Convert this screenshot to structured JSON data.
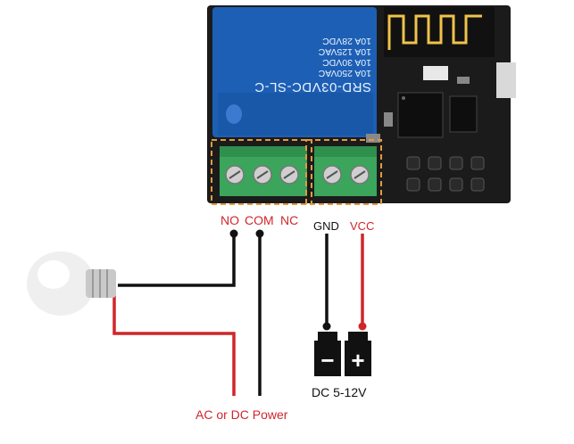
{
  "relay": {
    "model": "SRD-03VDC-SL-C",
    "rating_1": "10A 250VAC",
    "rating_2": "10A 30VDC",
    "rating_3": "10A 125VAC",
    "rating_4": "10A 28VDC"
  },
  "terminals": {
    "no": "NO",
    "com": "COM",
    "nc": "NC",
    "gnd": "GND",
    "vcc": "VCC"
  },
  "battery": {
    "minus": "−",
    "plus": "+"
  },
  "labels": {
    "power_supply": "DC 5-12V",
    "ac_power": "AC or DC Power"
  },
  "colors": {
    "board": "#1b1b1b",
    "relay_blue": "#1d5fb4",
    "terminal_green": "#3aa55b",
    "wire_red": "#d0262a",
    "wire_black": "#111111",
    "highlight_box": "#e39a3c"
  }
}
